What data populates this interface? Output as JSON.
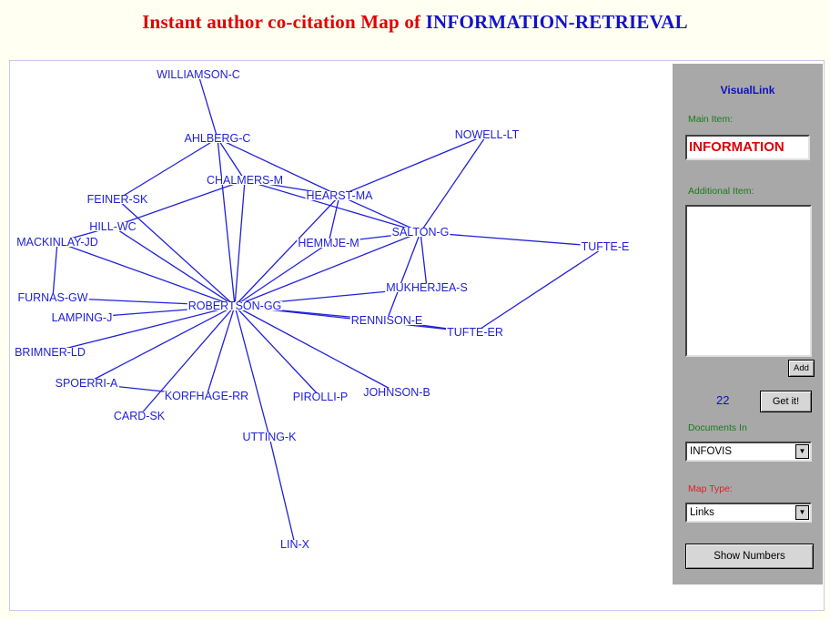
{
  "title": {
    "prefix": "Instant author co-citation Map of",
    "topic": "INFORMATION-RETRIEVAL"
  },
  "panel": {
    "app_name": "VisualLink",
    "main_item_label": "Main Item:",
    "main_item_value": "INFORMATION",
    "additional_item_label": "Additional Item:",
    "add_button": "Add",
    "result_count": "22",
    "get_button": "Get it!",
    "documents_label": "Documents In",
    "documents_value": "INFOVIS",
    "map_type_label": "Map Type:",
    "map_type_value": "Links",
    "show_numbers_button": "Show Numbers"
  },
  "colors": {
    "title_red": "#e00000",
    "title_blue": "#1212c8",
    "link_blue": "#2020d8",
    "panel_gray": "#a8a8a8"
  },
  "map": {
    "nodes": [
      {
        "id": "WILLIAMSON-C",
        "label": "WILLIAMSON-C"
      },
      {
        "id": "AHLBERG-C",
        "label": "AHLBERG-C"
      },
      {
        "id": "NOWELL-LT",
        "label": "NOWELL-LT"
      },
      {
        "id": "CHALMERS-M",
        "label": "CHALMERS-M"
      },
      {
        "id": "HEARST-MA",
        "label": "HEARST-MA"
      },
      {
        "id": "FEINER-SK",
        "label": "FEINER-SK"
      },
      {
        "id": "HILL-WC",
        "label": "HILL-WC"
      },
      {
        "id": "SALTON-G",
        "label": "SALTON-G"
      },
      {
        "id": "MACKINLAY-JD",
        "label": "MACKINLAY-JD"
      },
      {
        "id": "HEMMJE-M",
        "label": "HEMMJE-M"
      },
      {
        "id": "TUFTE-E",
        "label": "TUFTE-E"
      },
      {
        "id": "MUKHERJEA-S",
        "label": "MUKHERJEA-S"
      },
      {
        "id": "FURNAS-GW",
        "label": "FURNAS-GW"
      },
      {
        "id": "ROBERTSON-GG",
        "label": "ROBERTSON-GG"
      },
      {
        "id": "LAMPING-J",
        "label": "LAMPING-J"
      },
      {
        "id": "RENNISON-E",
        "label": "RENNISON-E"
      },
      {
        "id": "TUFTE-ER",
        "label": "TUFTE-ER"
      },
      {
        "id": "BRIMNER-LD",
        "label": "BRIMNER-LD"
      },
      {
        "id": "SPOERRI-A",
        "label": "SPOERRI-A"
      },
      {
        "id": "KORFHAGE-RR",
        "label": "KORFHAGE-RR"
      },
      {
        "id": "PIROLLI-P",
        "label": "PIROLLI-P"
      },
      {
        "id": "JOHNSON-B",
        "label": "JOHNSON-B"
      },
      {
        "id": "CARD-SK",
        "label": "CARD-SK"
      },
      {
        "id": "UTTING-K",
        "label": "UTTING-K"
      },
      {
        "id": "LIN-X",
        "label": "LIN-X"
      }
    ],
    "links": [
      [
        "WILLIAMSON-C",
        "AHLBERG-C"
      ],
      [
        "AHLBERG-C",
        "FEINER-SK"
      ],
      [
        "AHLBERG-C",
        "CHALMERS-M"
      ],
      [
        "AHLBERG-C",
        "HEARST-MA"
      ],
      [
        "AHLBERG-C",
        "ROBERTSON-GG"
      ],
      [
        "CHALMERS-M",
        "HILL-WC"
      ],
      [
        "CHALMERS-M",
        "HEARST-MA"
      ],
      [
        "CHALMERS-M",
        "SALTON-G"
      ],
      [
        "CHALMERS-M",
        "ROBERTSON-GG"
      ],
      [
        "HEARST-MA",
        "NOWELL-LT"
      ],
      [
        "HEARST-MA",
        "SALTON-G"
      ],
      [
        "HEARST-MA",
        "HEMMJE-M"
      ],
      [
        "HEARST-MA",
        "ROBERTSON-GG"
      ],
      [
        "NOWELL-LT",
        "SALTON-G"
      ],
      [
        "SALTON-G",
        "TUFTE-E"
      ],
      [
        "SALTON-G",
        "HEMMJE-M"
      ],
      [
        "SALTON-G",
        "MUKHERJEA-S"
      ],
      [
        "SALTON-G",
        "ROBERTSON-GG"
      ],
      [
        "SALTON-G",
        "RENNISON-E"
      ],
      [
        "TUFTE-E",
        "TUFTE-ER"
      ],
      [
        "FEINER-SK",
        "ROBERTSON-GG"
      ],
      [
        "HILL-WC",
        "ROBERTSON-GG"
      ],
      [
        "HILL-WC",
        "MACKINLAY-JD"
      ],
      [
        "MACKINLAY-JD",
        "FURNAS-GW"
      ],
      [
        "MACKINLAY-JD",
        "ROBERTSON-GG"
      ],
      [
        "HEMMJE-M",
        "ROBERTSON-GG"
      ],
      [
        "FURNAS-GW",
        "ROBERTSON-GG"
      ],
      [
        "LAMPING-J",
        "ROBERTSON-GG"
      ],
      [
        "BRIMNER-LD",
        "ROBERTSON-GG"
      ],
      [
        "MUKHERJEA-S",
        "ROBERTSON-GG"
      ],
      [
        "ROBERTSON-GG",
        "RENNISON-E"
      ],
      [
        "ROBERTSON-GG",
        "TUFTE-ER"
      ],
      [
        "RENNISON-E",
        "TUFTE-ER"
      ],
      [
        "ROBERTSON-GG",
        "SPOERRI-A"
      ],
      [
        "ROBERTSON-GG",
        "CARD-SK"
      ],
      [
        "ROBERTSON-GG",
        "KORFHAGE-RR"
      ],
      [
        "ROBERTSON-GG",
        "PIROLLI-P"
      ],
      [
        "ROBERTSON-GG",
        "JOHNSON-B"
      ],
      [
        "ROBERTSON-GG",
        "UTTING-K"
      ],
      [
        "SPOERRI-A",
        "KORFHAGE-RR"
      ],
      [
        "UTTING-K",
        "LIN-X"
      ]
    ]
  }
}
